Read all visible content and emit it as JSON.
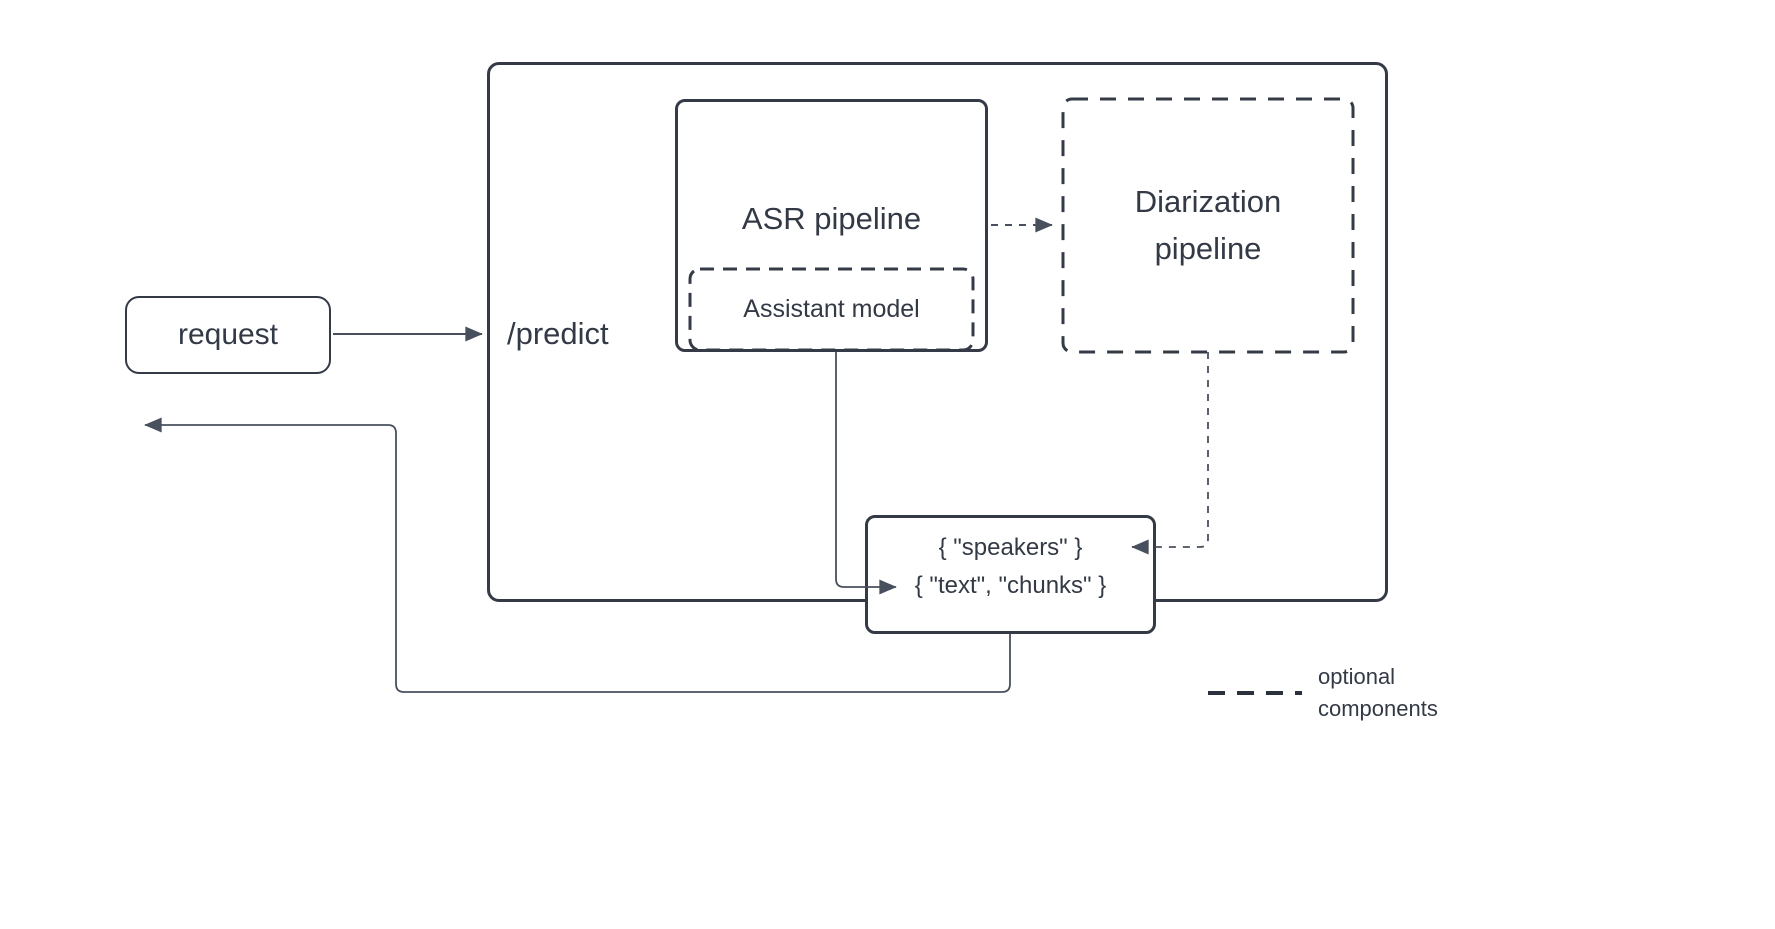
{
  "diagram": {
    "request_label": "request",
    "predict_label": "/predict",
    "asr_label": "ASR pipeline",
    "assistant_label": "Assistant model",
    "diarization_label": "Diarization pipeline",
    "result_line1": "{ \"speakers\" }",
    "result_line2": "{ \"text\", \"chunks\" }",
    "legend_label": "optional components"
  },
  "colors": {
    "background": "#ffffff",
    "box-border": "#343b47",
    "text": "#333a46",
    "connector": "#49505d"
  }
}
